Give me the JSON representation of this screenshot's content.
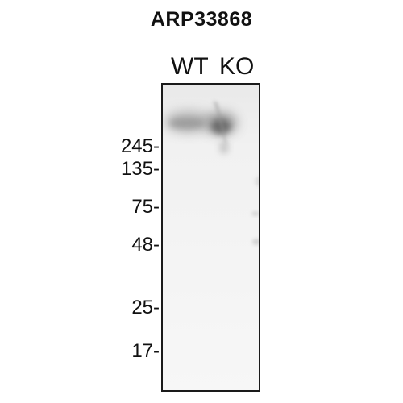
{
  "title": "ARP33868",
  "lanes": [
    {
      "id": "wt",
      "label": "WT"
    },
    {
      "id": "ko",
      "label": "KO"
    }
  ],
  "markers": [
    {
      "label": "245-"
    },
    {
      "label": "135-"
    },
    {
      "label": "75-"
    },
    {
      "label": "48-"
    },
    {
      "label": "25-"
    },
    {
      "label": "17-"
    }
  ]
}
